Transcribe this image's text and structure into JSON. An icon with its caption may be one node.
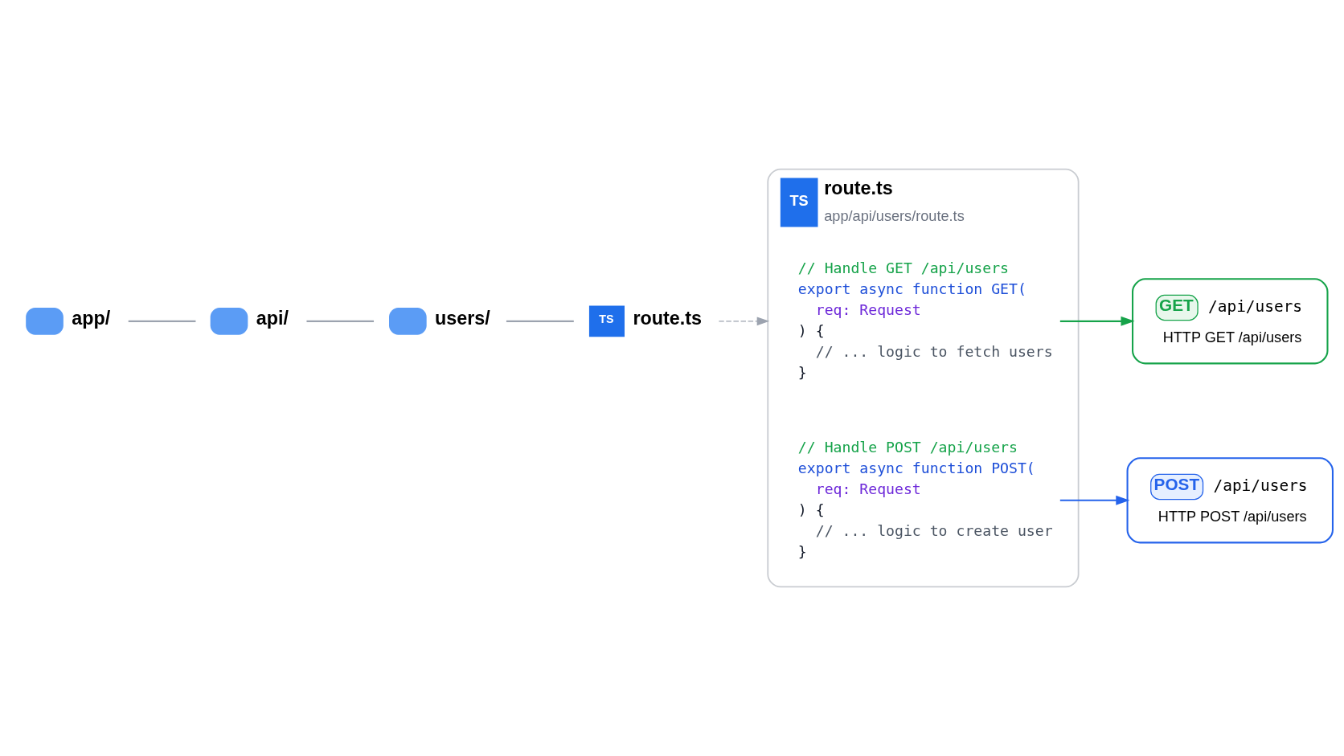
{
  "diagram": {
    "nodes": [
      {
        "text": [
          "app/"
        ]
      },
      {
        "text": [
          "api/"
        ]
      },
      {
        "text": [
          "users/"
        ]
      },
      {
        "text": [
          "TS",
          "route.ts"
        ]
      },
      {
        "text": [
          "TS",
          "route.ts",
          "app/api/users/route.ts"
        ]
      },
      {
        "text": [
          "// Handle GET /api/users",
          "export async function GET(",
          "req: Request",
          ") {",
          "// ... logic to fetch users",
          "}"
        ],
        "in": 4
      },
      {
        "text": [
          "// Handle POST /api/users",
          "export async function POST(",
          "req: Request",
          ") {",
          "// ... logic to create user",
          "}"
        ],
        "in": 4
      },
      {
        "text": [
          "GET",
          "/api/users",
          "HTTP GET /api/users"
        ]
      },
      {
        "text": [
          "POST",
          "/api/users",
          "HTTP POST /api/users"
        ]
      }
    ],
    "edges": [
      {
        "from": 0,
        "to": 1,
        "arrow": "none"
      },
      {
        "from": 1,
        "to": 2,
        "arrow": "none"
      },
      {
        "from": 2,
        "to": 3,
        "arrow": "none"
      },
      {
        "from": 3,
        "to": 4,
        "arrow": "to",
        "style": "dashed"
      },
      {
        "from": 5,
        "to": 7,
        "arrow": "to",
        "color": "#16a34a"
      },
      {
        "from": 6,
        "to": 8,
        "arrow": "to",
        "color": "#2563eb"
      }
    ]
  }
}
